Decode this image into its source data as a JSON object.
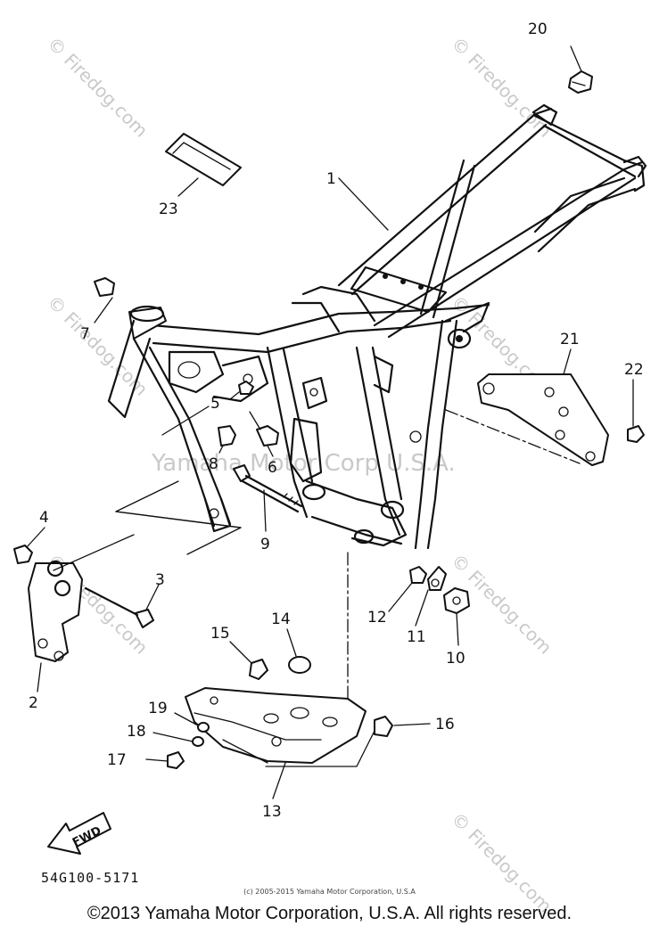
{
  "watermark": {
    "site": "© Firedog.com",
    "center_text": "Yamaha Motor Corp U.S.A."
  },
  "callouts": [
    {
      "id": "1",
      "label": "1"
    },
    {
      "id": "2",
      "label": "2"
    },
    {
      "id": "3",
      "label": "3"
    },
    {
      "id": "4",
      "label": "4"
    },
    {
      "id": "5",
      "label": "5"
    },
    {
      "id": "6",
      "label": "6"
    },
    {
      "id": "7",
      "label": "7"
    },
    {
      "id": "8",
      "label": "8"
    },
    {
      "id": "9",
      "label": "9"
    },
    {
      "id": "10",
      "label": "10"
    },
    {
      "id": "11",
      "label": "11"
    },
    {
      "id": "12",
      "label": "12"
    },
    {
      "id": "13",
      "label": "13"
    },
    {
      "id": "14",
      "label": "14"
    },
    {
      "id": "15",
      "label": "15"
    },
    {
      "id": "16",
      "label": "16"
    },
    {
      "id": "17",
      "label": "17"
    },
    {
      "id": "18",
      "label": "18"
    },
    {
      "id": "19",
      "label": "19"
    },
    {
      "id": "20",
      "label": "20"
    },
    {
      "id": "21",
      "label": "21"
    },
    {
      "id": "22",
      "label": "22"
    },
    {
      "id": "23",
      "label": "23"
    }
  ],
  "fwd_arrow_label": "FWD",
  "diagram_code": "54G100-5171",
  "small_credit": "(c) 2005-2015 Yamaha Motor Corporation, U.S.A",
  "copyright": "©2013 Yamaha Motor Corporation, U.S.A. All rights reserved."
}
